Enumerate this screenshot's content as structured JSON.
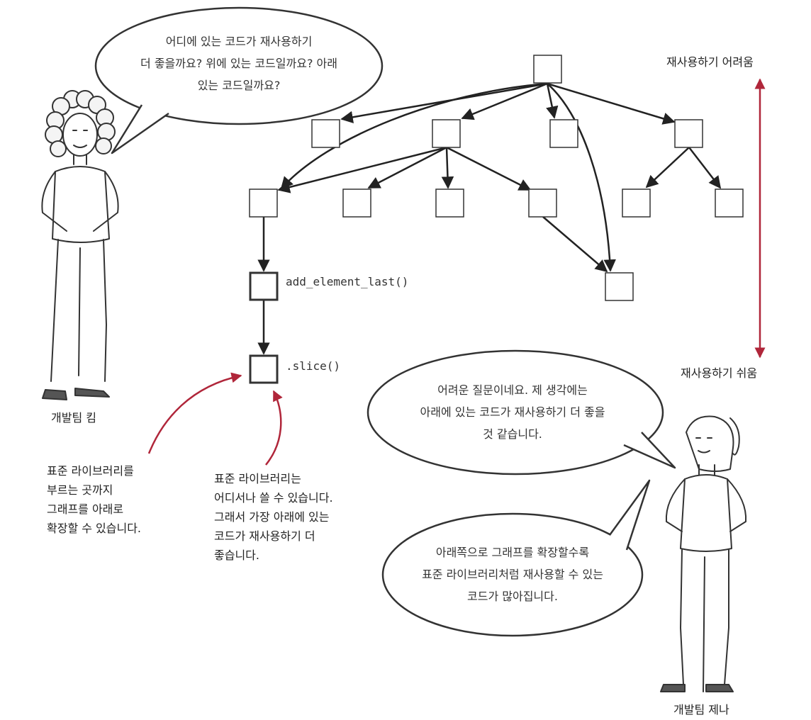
{
  "bubbles": {
    "kim_question": "어디에 있는 코드가 재사용하기\n더 좋을까요? 위에 있는 코드일까요? 아래\n있는 코드일까요?",
    "jenna_answer": "어려운 질문이네요. 제 생각에는\n아래에 있는 코드가 재사용하기 더 좋을\n것 같습니다.",
    "jenna_extend": "아래쪽으로 그래프를 확장할수록\n표준 라이브러리처럼 재사용할 수 있는\n코드가 많아집니다."
  },
  "people": {
    "kim": "개발팀 킴",
    "jenna": "개발팀 제나"
  },
  "scale": {
    "top": "재사용하기 어려움",
    "bottom": "재사용하기 쉬움"
  },
  "graph": {
    "func_add_element_last": "add_element_last()",
    "func_slice": ".slice()"
  },
  "notes": {
    "left": "표준 라이브러리를\n부르는 곳까지\n그래프를 아래로\n확장할 수 있습니다.",
    "middle": "표준 라이브러리는\n어디서나 쓸 수 있습니다.\n그래서 가장 아래에 있는\n코드가 재사용하기 더\n좋습니다."
  },
  "colors": {
    "scale_arrow": "#b0263a",
    "annotation_arrow": "#b0263a",
    "ink": "#222222"
  }
}
